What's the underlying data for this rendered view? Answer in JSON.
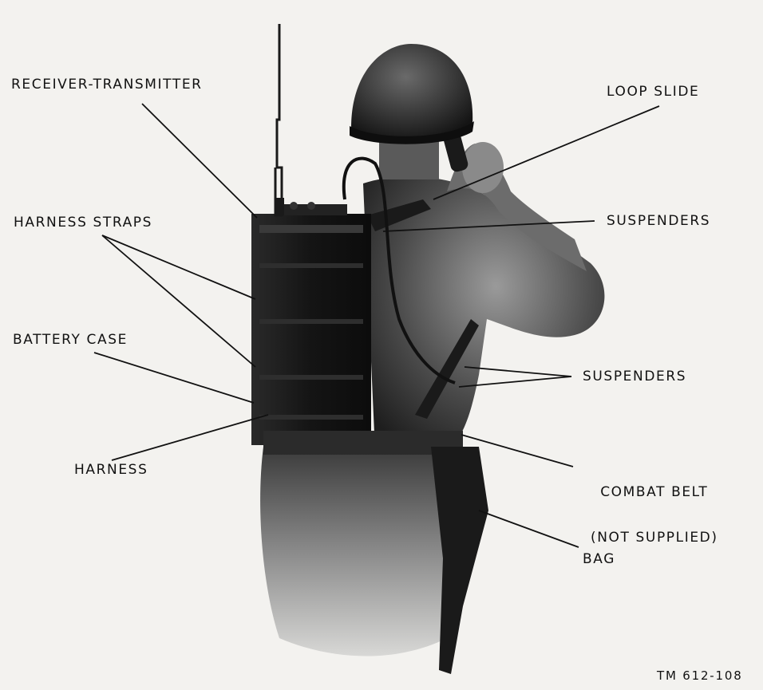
{
  "labels": {
    "receiver_transmitter": "RECEIVER-TRANSMITTER",
    "loop_slide": "LOOP SLIDE",
    "harness_straps": "HARNESS STRAPS",
    "suspenders_upper": "SUSPENDERS",
    "battery_case": "BATTERY CASE",
    "suspenders_lower": "SUSPENDERS",
    "harness": "HARNESS",
    "combat_belt_line1": "COMBAT BELT",
    "combat_belt_line2": "(NOT SUPPLIED)",
    "bag": "BAG"
  },
  "figure_code": "TM 612-108"
}
